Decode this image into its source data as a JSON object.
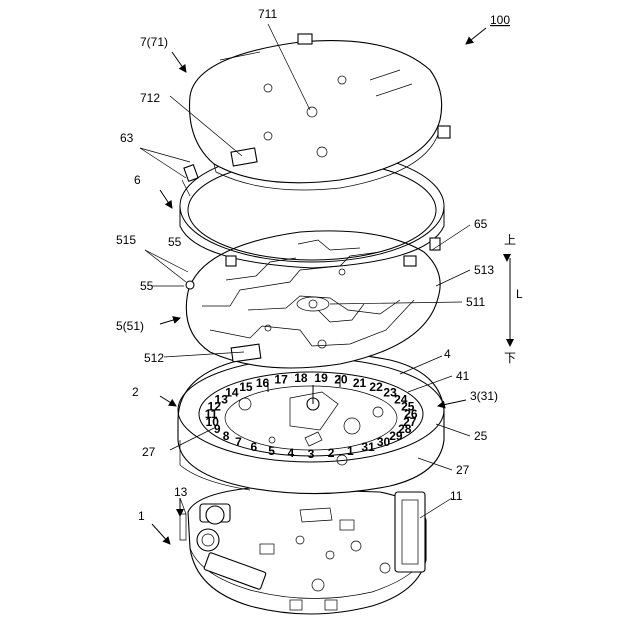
{
  "figure": {
    "ref_main": "100",
    "labels": {
      "l711": "711",
      "l7": "7(71)",
      "l712": "712",
      "l63": "63",
      "l6": "6",
      "l515": "515",
      "l55a": "55",
      "l55b": "55",
      "l5": "5(51)",
      "l65": "65",
      "l513": "513",
      "l511": "511",
      "l512": "512",
      "l4": "4",
      "l41": "41",
      "l2": "2",
      "l3": "3(31)",
      "l25": "25",
      "l27a": "27",
      "l27b": "27",
      "l13": "13",
      "l1": "1",
      "l11": "11"
    },
    "axis": {
      "up": "上",
      "mid": "L",
      "down": "下"
    },
    "date_ring_digits": [
      "3",
      "4",
      "5",
      "6",
      "7",
      "8",
      "9",
      "10",
      "11",
      "12",
      "13",
      "14",
      "15",
      "16",
      "17",
      "18",
      "19",
      "20",
      "21",
      "22",
      "23",
      "24",
      "25",
      "26",
      "27",
      "28",
      "29",
      "30",
      "31",
      "1",
      "2"
    ]
  }
}
